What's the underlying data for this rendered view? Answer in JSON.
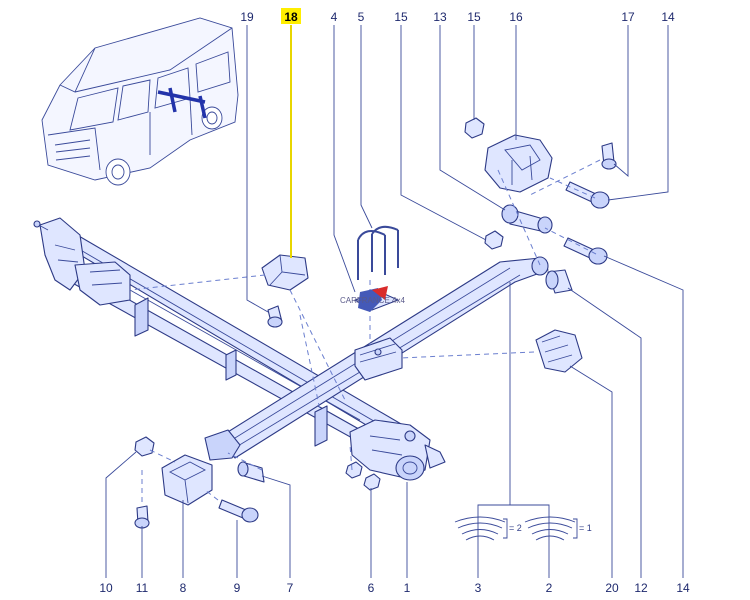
{
  "diagram": {
    "callouts": {
      "c19": "19",
      "c18": "18",
      "c4": "4",
      "c5": "5",
      "c15a": "15",
      "c13": "13",
      "c15b": "15",
      "c16": "16",
      "c17": "17",
      "c14a": "14",
      "c10": "10",
      "c11": "11",
      "c8": "8",
      "c9": "9",
      "c7": "7",
      "c6": "6",
      "c1": "1",
      "c3": "3",
      "c2": "2",
      "c20": "20",
      "c12": "12",
      "c14b": "14"
    },
    "highlighted_callout": "18",
    "highlight_color": "#ffee00",
    "line_color": "#3a4a9a",
    "part_fill": "#dfe6ff",
    "spring_notes": {
      "left": "= 2",
      "right": "= 1"
    },
    "watermark": "CARFRANCE 4x4"
  }
}
